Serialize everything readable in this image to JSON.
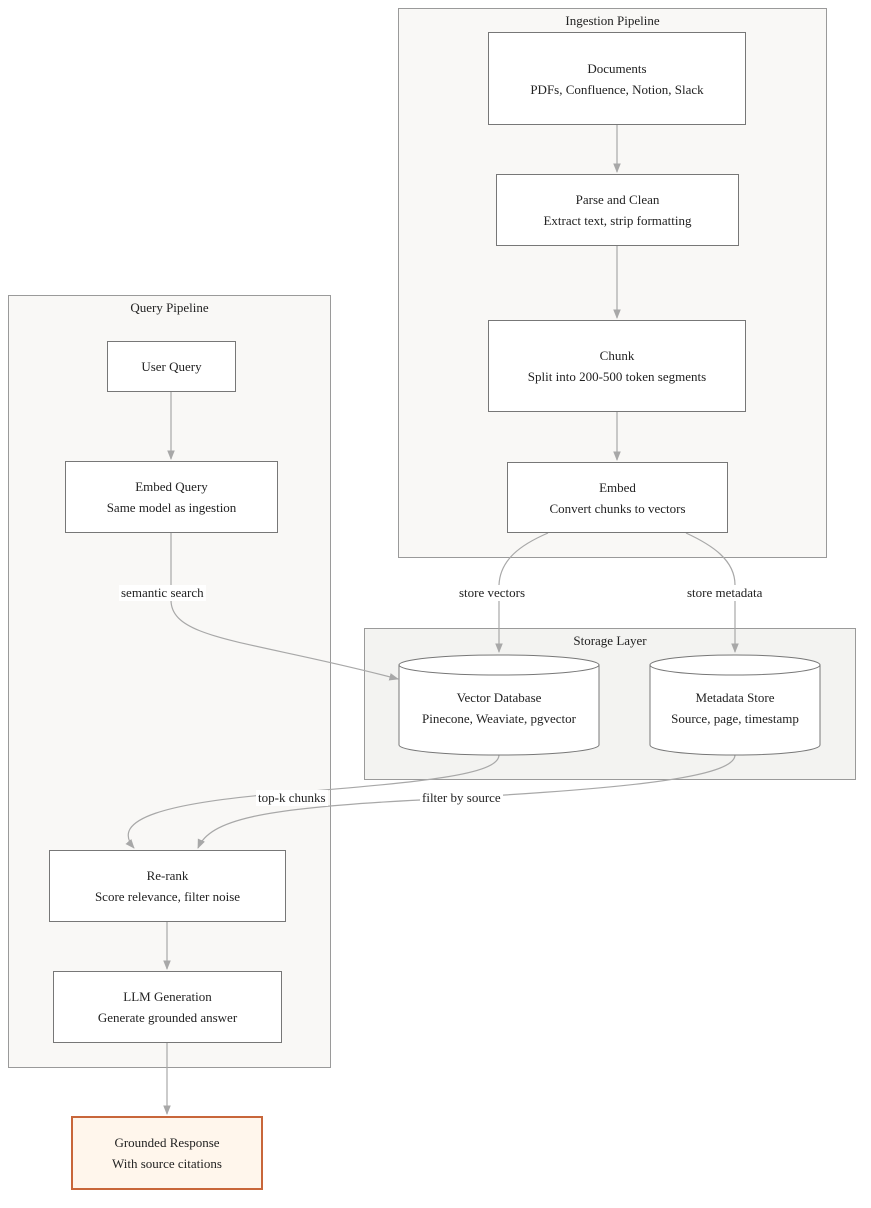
{
  "clusters": {
    "ingestion": "Ingestion Pipeline",
    "query": "Query Pipeline",
    "storage": "Storage Layer"
  },
  "nodes": {
    "documents": {
      "title": "Documents",
      "subtitle": "PDFs, Confluence, Notion, Slack"
    },
    "parse": {
      "title": "Parse and Clean",
      "subtitle": "Extract text, strip formatting"
    },
    "chunk": {
      "title": "Chunk",
      "subtitle": "Split into 200-500 token segments"
    },
    "embed": {
      "title": "Embed",
      "subtitle": "Convert chunks to vectors"
    },
    "user_query": {
      "title": "User Query"
    },
    "embed_query": {
      "title": "Embed Query",
      "subtitle": "Same model as ingestion"
    },
    "vector_db": {
      "title": "Vector Database",
      "subtitle": "Pinecone, Weaviate, pgvector"
    },
    "metadata_store": {
      "title": "Metadata Store",
      "subtitle": "Source, page, timestamp"
    },
    "rerank": {
      "title": "Re-rank",
      "subtitle": "Score relevance, filter noise"
    },
    "llm": {
      "title": "LLM Generation",
      "subtitle": "Generate grounded answer"
    },
    "response": {
      "title": "Grounded Response",
      "subtitle": "With source citations"
    }
  },
  "edge_labels": {
    "store_vectors": "store vectors",
    "store_metadata": "store metadata",
    "semantic_search": "semantic search",
    "top_k": "top-k chunks",
    "filter_source": "filter by source"
  },
  "colors": {
    "edge": "#a8a8a8",
    "response_border": "#c8663a",
    "response_fill": "#fff6ec"
  }
}
